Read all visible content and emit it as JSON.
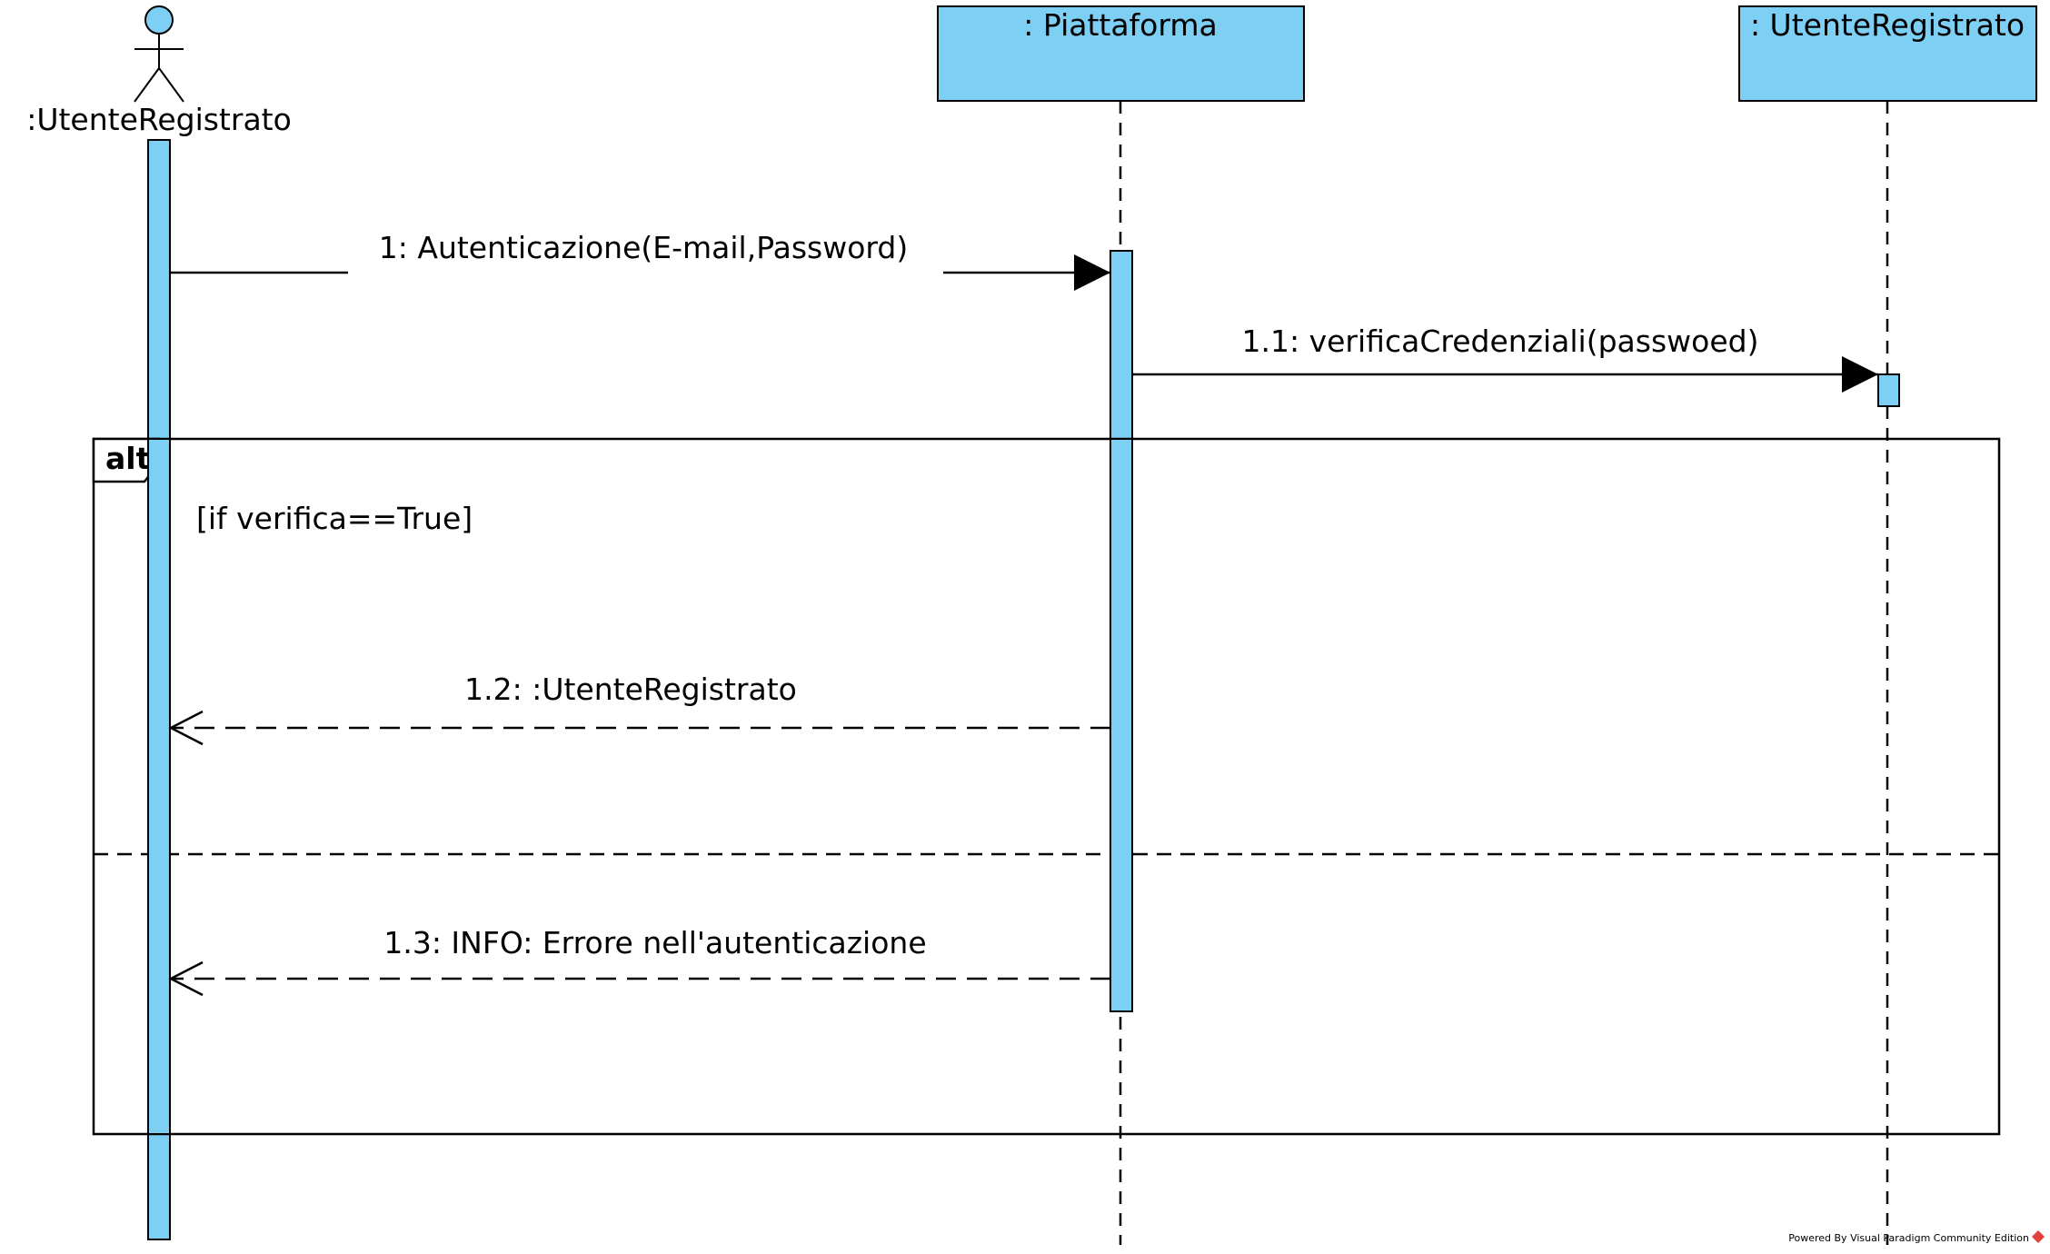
{
  "diagram": {
    "type": "sequence",
    "actor": {
      "label": ":UtenteRegistrato"
    },
    "lifelines": [
      {
        "id": "piattaforma",
        "label": ": Piattaforma"
      },
      {
        "id": "utente",
        "label": ": UtenteRegistrato"
      }
    ],
    "messages": [
      {
        "id": "m1",
        "label": "1: Autenticazione(E-mail,Password)",
        "from": "actor",
        "to": "piattaforma",
        "kind": "sync"
      },
      {
        "id": "m11",
        "label": "1.1: verificaCredenziali(passwoed)",
        "from": "piattaforma",
        "to": "utente",
        "kind": "sync"
      },
      {
        "id": "m12",
        "label": "1.2: :UtenteRegistrato",
        "from": "piattaforma",
        "to": "actor",
        "kind": "return"
      },
      {
        "id": "m13",
        "label": "1.3: INFO: Errore nell'autenticazione",
        "from": "piattaforma",
        "to": "actor",
        "kind": "return"
      }
    ],
    "fragment": {
      "operator": "alt",
      "guard": "[if verifica==True]"
    },
    "footer": "Powered By Visual Paradigm Community Edition"
  },
  "colors": {
    "fill": "#7dcff3",
    "stroke": "#000000",
    "logo": "#e0413a"
  }
}
